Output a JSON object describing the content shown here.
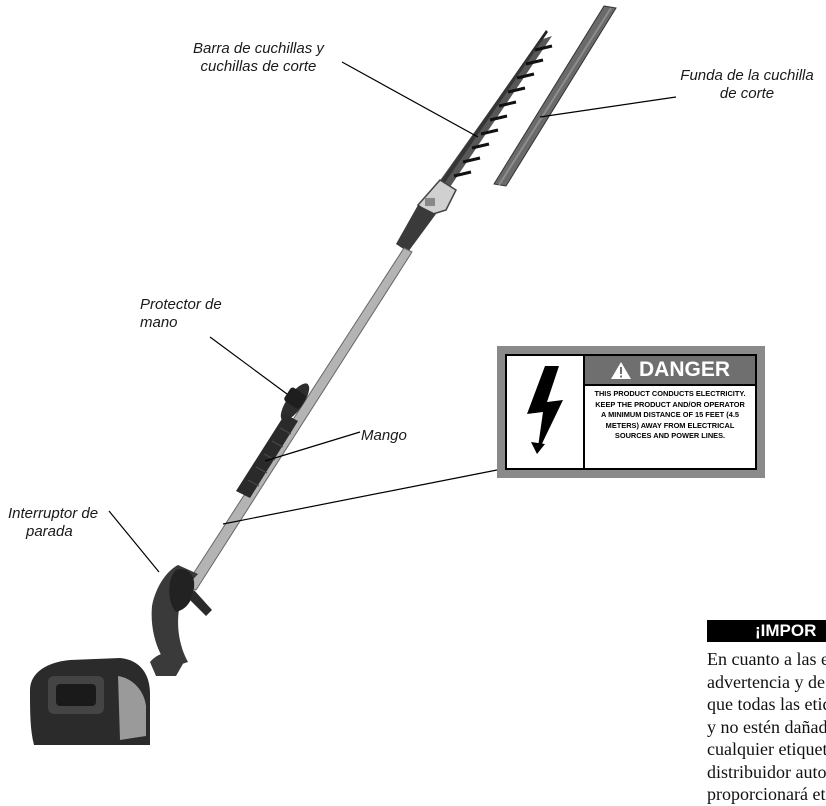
{
  "callouts": {
    "blade_bar": [
      "Barra de cuchillas y",
      "cuchillas de corte"
    ],
    "blade_cover": [
      "Funda de la cuchilla",
      "de corte"
    ],
    "hand_guard": [
      "Protector de",
      "mano"
    ],
    "handle": [
      "Mango"
    ],
    "stop_switch": [
      "Interruptor de",
      "parada"
    ]
  },
  "danger_label": {
    "heading": "DANGER",
    "lines": [
      "THIS PRODUCT CONDUCTS ELECTRICITY.",
      "KEEP THE PRODUCT AND/OR OPERATOR",
      "A MINIMUM DISTANCE OF 15 FEET (4.5",
      "METERS) AWAY FROM ELECTRICAL",
      "SOURCES AND POWER LINES."
    ]
  },
  "important": {
    "title": "¡IMPOR",
    "lines": [
      "En cuanto a las etiquetas",
      "advertencia y de funciona",
      "que todas las etiquetas in",
      "y no estén dañadas. Reem",
      "cualquier etiqueta que est",
      "distribuidor autorizado ha",
      "proporcionará etiquetas n"
    ]
  },
  "colors": {
    "tool_dark": "#2a2a2a",
    "shaft": "#bfbfbf",
    "label_frame": "#8a8a8a",
    "label_header": "#6f6f6f"
  }
}
